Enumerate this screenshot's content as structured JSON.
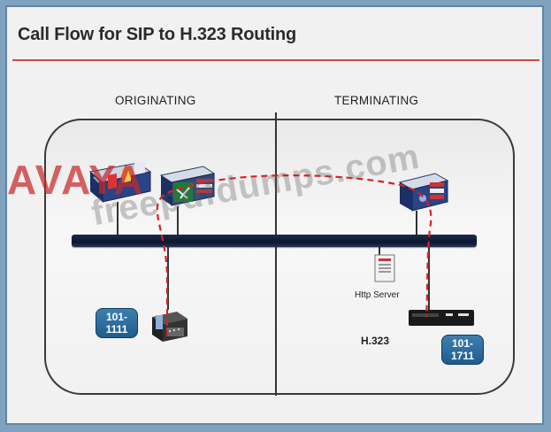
{
  "title": "Call Flow for SIP to H.323 Routing",
  "sections": {
    "originating": "ORIGINATING",
    "terminating": "TERMINATING"
  },
  "devices": {
    "http_server_label": "Http Server",
    "h323_label": "H.323"
  },
  "extensions": {
    "left": {
      "line1": "101-",
      "line2": "1111"
    },
    "right": {
      "line1": "101-",
      "line2": "1711"
    }
  },
  "watermarks": {
    "logo": "AVAYA",
    "site": "freepdfdumps.com"
  },
  "colors": {
    "title_rule": "#c94848",
    "call_path": "#e02020",
    "badge": "#2a6ea3",
    "lan": "#0d1730"
  }
}
